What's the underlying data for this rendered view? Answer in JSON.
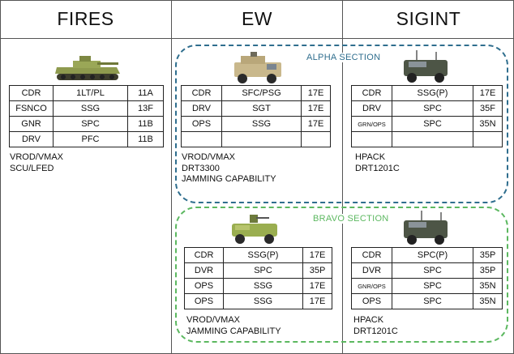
{
  "columns": [
    "FIRES",
    "EW",
    "SIGINT"
  ],
  "sections": {
    "alpha": {
      "label": "ALPHA SECTION",
      "color": "#2f6e8e"
    },
    "bravo": {
      "label": "BRAVO SECTION",
      "color": "#5cb860"
    }
  },
  "units": {
    "fires": {
      "vehicle": "bradley-tank-icon",
      "rows": [
        [
          "CDR",
          "1LT/PL",
          "11A"
        ],
        [
          "FSNCO",
          "SSG",
          "13F"
        ],
        [
          "GNR",
          "SPC",
          "11B"
        ],
        [
          "DRV",
          "PFC",
          "11B"
        ]
      ],
      "notes": [
        "VROD/VMAX",
        "SCU/LFED"
      ]
    },
    "ew_alpha": {
      "vehicle": "mrap-truck-icon",
      "rows": [
        [
          "CDR",
          "SFC/PSG",
          "17E"
        ],
        [
          "DRV",
          "SGT",
          "17E"
        ],
        [
          "OPS",
          "SSG",
          "17E"
        ],
        [
          "",
          "",
          ""
        ]
      ],
      "notes": [
        "VROD/VMAX",
        "DRT3300",
        "JAMMING CAPABILITY"
      ]
    },
    "sigint_alpha": {
      "vehicle": "jltv-truck-icon",
      "rows": [
        [
          "CDR",
          "SSG(P)",
          "17E"
        ],
        [
          "DRV",
          "SPC",
          "35F"
        ],
        [
          "GRN/OPS",
          "SPC",
          "35N"
        ],
        [
          "",
          "",
          ""
        ]
      ],
      "notes": [
        "HPACK",
        "DRT1201C"
      ]
    },
    "ew_bravo": {
      "vehicle": "humvee-icon",
      "rows": [
        [
          "CDR",
          "SSG(P)",
          "17E"
        ],
        [
          "DVR",
          "SPC",
          "35P"
        ],
        [
          "OPS",
          "SSG",
          "17E"
        ],
        [
          "OPS",
          "SSG",
          "17E"
        ]
      ],
      "notes": [
        "VROD/VMAX",
        "JAMMING CAPABILITY"
      ]
    },
    "sigint_bravo": {
      "vehicle": "jltv-truck-icon",
      "rows": [
        [
          "CDR",
          "SPC(P)",
          "35P"
        ],
        [
          "DVR",
          "SPC",
          "35P"
        ],
        [
          "GNR/OPS",
          "SPC",
          "35N"
        ],
        [
          "OPS",
          "SPC",
          "35N"
        ]
      ],
      "notes": [
        "HPACK",
        "DRT1201C"
      ]
    }
  }
}
